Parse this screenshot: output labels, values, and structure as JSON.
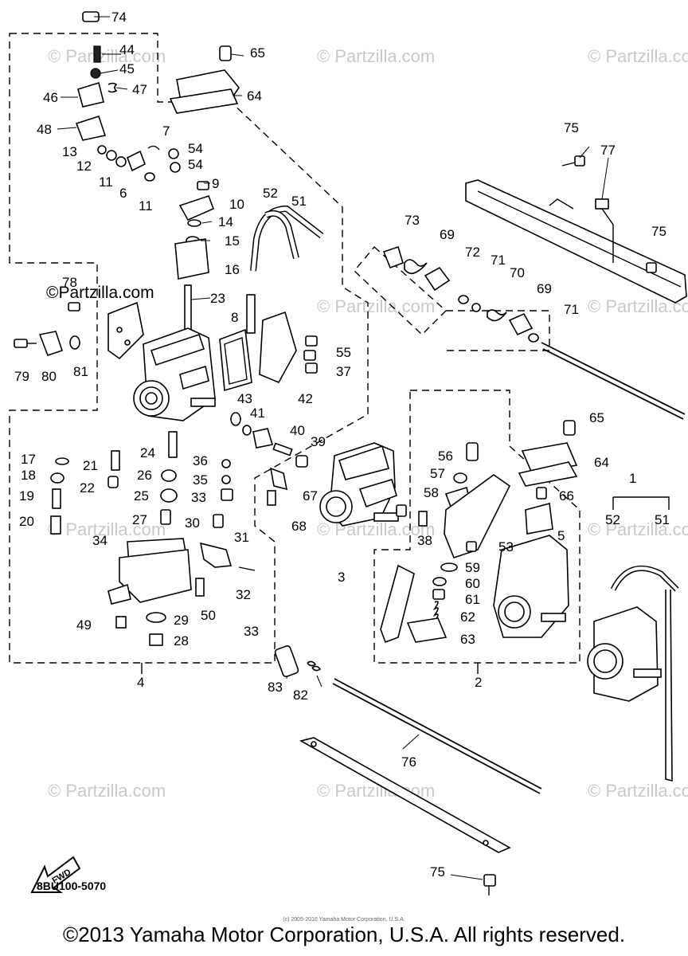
{
  "watermark": "© Partzilla.com",
  "watermark_corner": "©Partzilla.com",
  "drawing_number": "8BU100-5070",
  "fwd_label": "FWD",
  "fine_print": "(c) 2005-2016 Yamaha Motor Corporation, U.S.A.",
  "copyright": "©2013 Yamaha Motor Corporation, U.S.A. All rights reserved.",
  "callouts": {
    "c74": "74",
    "c44": "44",
    "c45": "45",
    "c47": "47",
    "c46": "46",
    "c65a": "65",
    "c64a": "64",
    "c48": "48",
    "c7": "7",
    "c54a": "54",
    "c54b": "54",
    "c13": "13",
    "c12": "12",
    "c11a": "11",
    "c6": "6",
    "c11b": "11",
    "c9": "9",
    "c10": "10",
    "c14": "14",
    "c15": "15",
    "c16": "16",
    "c52a": "52",
    "c51a": "51",
    "c23": "23",
    "c78": "78",
    "c8": "8",
    "c79": "79",
    "c80": "80",
    "c81": "81",
    "c55": "55",
    "c37": "37",
    "c43": "43",
    "c42": "42",
    "c41": "41",
    "c40": "40",
    "c39": "39",
    "c17": "17",
    "c21": "21",
    "c24": "24",
    "c36": "36",
    "c18": "18",
    "c26": "26",
    "c35": "35",
    "c19": "19",
    "c22": "22",
    "c25": "25",
    "c33a": "33",
    "c20": "20",
    "c27": "27",
    "c30": "30",
    "c31": "31",
    "c34": "34",
    "c32": "32",
    "c50": "50",
    "c29": "29",
    "c49": "49",
    "c28": "28",
    "c33b": "33",
    "c4": "4",
    "c67": "67",
    "c68": "68",
    "c73": "73",
    "c69a": "69",
    "c72": "72",
    "c71a": "71",
    "c70": "70",
    "c69b": "69",
    "c71b": "71",
    "c75a": "75",
    "c77": "77",
    "c75b": "75",
    "c65b": "65",
    "c56": "56",
    "c57": "57",
    "c58": "58",
    "c64b": "64",
    "c66": "66",
    "c1": "1",
    "c52b": "52",
    "c51b": "51",
    "c5": "5",
    "c38": "38",
    "c53": "53",
    "c3": "3",
    "c59": "59",
    "c60": "60",
    "c61": "61",
    "c62": "62",
    "c63": "63",
    "c2": "2",
    "c83": "83",
    "c82": "82",
    "c76": "76",
    "c75c": "75"
  }
}
